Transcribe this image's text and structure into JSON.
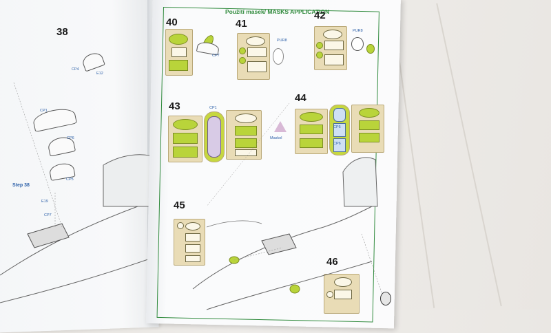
{
  "header": "Použití masek/ MASKS APPLICATION",
  "steps": {
    "s38": "38",
    "s40": "40",
    "s41": "41",
    "s42": "42",
    "s43": "43",
    "s44": "44",
    "s45": "45",
    "s46": "46"
  },
  "labels": {
    "cp4_top": "CP4",
    "e12": "E12",
    "cp7": "CP7",
    "pur8_a": "PUR8",
    "pur8_b": "PUR8",
    "cp1_left": "CP1",
    "cp6_left": "CP6",
    "cp5_left": "CP5",
    "step38": "Step 38",
    "e19": "E19",
    "cp7_left": "CP7",
    "cp1_43": "CP1",
    "maskol": "Maskol",
    "cp5_44": "CP5",
    "cp6_44": "CP6"
  },
  "colors": {
    "accent": "#f0792a",
    "frame": "#2f8a3c",
    "mask_green": "#b9d43a",
    "sheet": "#e9dcb6",
    "label_blue": "#2b5fa8"
  }
}
